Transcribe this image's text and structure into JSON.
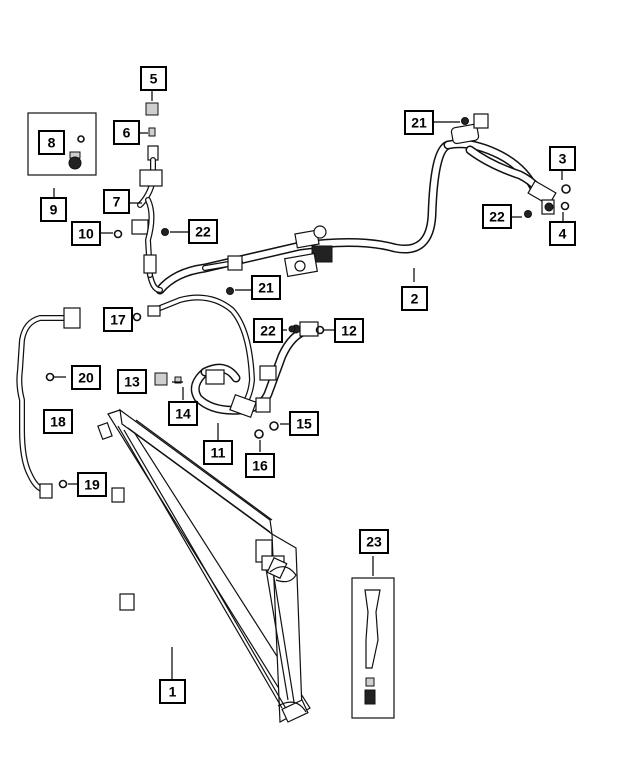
{
  "callouts": [
    {
      "id": "c1",
      "label": "1"
    },
    {
      "id": "c2",
      "label": "2"
    },
    {
      "id": "c3",
      "label": "3"
    },
    {
      "id": "c4",
      "label": "4"
    },
    {
      "id": "c5",
      "label": "5"
    },
    {
      "id": "c6",
      "label": "6"
    },
    {
      "id": "c7",
      "label": "7"
    },
    {
      "id": "c8",
      "label": "8"
    },
    {
      "id": "c9",
      "label": "9"
    },
    {
      "id": "c10",
      "label": "10"
    },
    {
      "id": "c11",
      "label": "11"
    },
    {
      "id": "c12",
      "label": "12"
    },
    {
      "id": "c13",
      "label": "13"
    },
    {
      "id": "c14",
      "label": "14"
    },
    {
      "id": "c15",
      "label": "15"
    },
    {
      "id": "c16",
      "label": "16"
    },
    {
      "id": "c17",
      "label": "17"
    },
    {
      "id": "c18",
      "label": "18"
    },
    {
      "id": "c19",
      "label": "19"
    },
    {
      "id": "c20",
      "label": "20"
    },
    {
      "id": "c21a",
      "label": "21"
    },
    {
      "id": "c21b",
      "label": "21"
    },
    {
      "id": "c22a",
      "label": "22"
    },
    {
      "id": "c22b",
      "label": "22"
    },
    {
      "id": "c22c",
      "label": "22"
    },
    {
      "id": "c23",
      "label": "23"
    }
  ]
}
